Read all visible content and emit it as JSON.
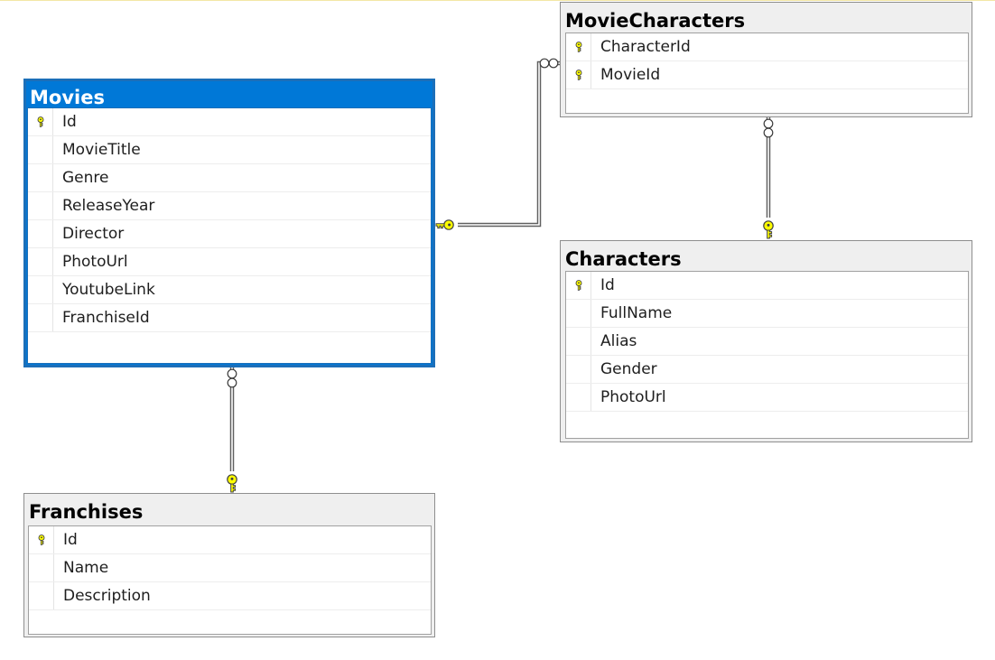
{
  "diagram": {
    "tables": {
      "movies": {
        "title": "Movies",
        "columns": [
          {
            "name": "Id",
            "primary_key": true
          },
          {
            "name": "MovieTitle",
            "primary_key": false
          },
          {
            "name": "Genre",
            "primary_key": false
          },
          {
            "name": "ReleaseYear",
            "primary_key": false
          },
          {
            "name": "Director",
            "primary_key": false
          },
          {
            "name": "PhotoUrl",
            "primary_key": false
          },
          {
            "name": "YoutubeLink",
            "primary_key": false
          },
          {
            "name": "FranchiseId",
            "primary_key": false
          }
        ]
      },
      "moviecharacters": {
        "title": "MovieCharacters",
        "columns": [
          {
            "name": "CharacterId",
            "primary_key": true
          },
          {
            "name": "MovieId",
            "primary_key": true
          }
        ]
      },
      "characters": {
        "title": "Characters",
        "columns": [
          {
            "name": "Id",
            "primary_key": true
          },
          {
            "name": "FullName",
            "primary_key": false
          },
          {
            "name": "Alias",
            "primary_key": false
          },
          {
            "name": "Gender",
            "primary_key": false
          },
          {
            "name": "PhotoUrl",
            "primary_key": false
          }
        ]
      },
      "franchises": {
        "title": "Franchises",
        "columns": [
          {
            "name": "Id",
            "primary_key": true
          },
          {
            "name": "Name",
            "primary_key": false
          },
          {
            "name": "Description",
            "primary_key": false
          }
        ]
      }
    },
    "relationships": [
      {
        "from": "moviecharacters",
        "to": "movies",
        "from_end": "infinity",
        "to_end": "key-icon"
      },
      {
        "from": "moviecharacters",
        "to": "characters",
        "from_end": "infinity",
        "to_end": "key-icon"
      },
      {
        "from": "movies",
        "to": "franchises",
        "from_end": "infinity",
        "to_end": "key-icon"
      }
    ],
    "colors": {
      "selected_header": "#0078d7",
      "header": "#efefef",
      "key_fill": "#ffff00",
      "connector": "#606060"
    }
  }
}
